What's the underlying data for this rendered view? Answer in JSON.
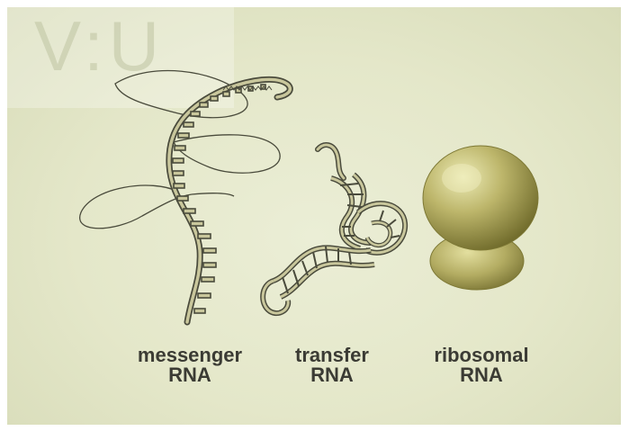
{
  "watermark": "V:U",
  "labels": {
    "messenger": {
      "line1": "messenger",
      "line2": "RNA"
    },
    "transfer": {
      "line1": "transfer",
      "line2": "RNA"
    },
    "ribosomal": {
      "line1": "ribosomal",
      "line2": "RNA"
    }
  },
  "colors": {
    "background": "#e4e7c9",
    "strand_outline": "#4a4b3c",
    "strand_fill": "#c9c79c",
    "ribosome_light": "#e6e2a8",
    "ribosome_mid": "#b9b266",
    "ribosome_dark": "#6f6a2a",
    "label_text": "#3b3b34"
  }
}
